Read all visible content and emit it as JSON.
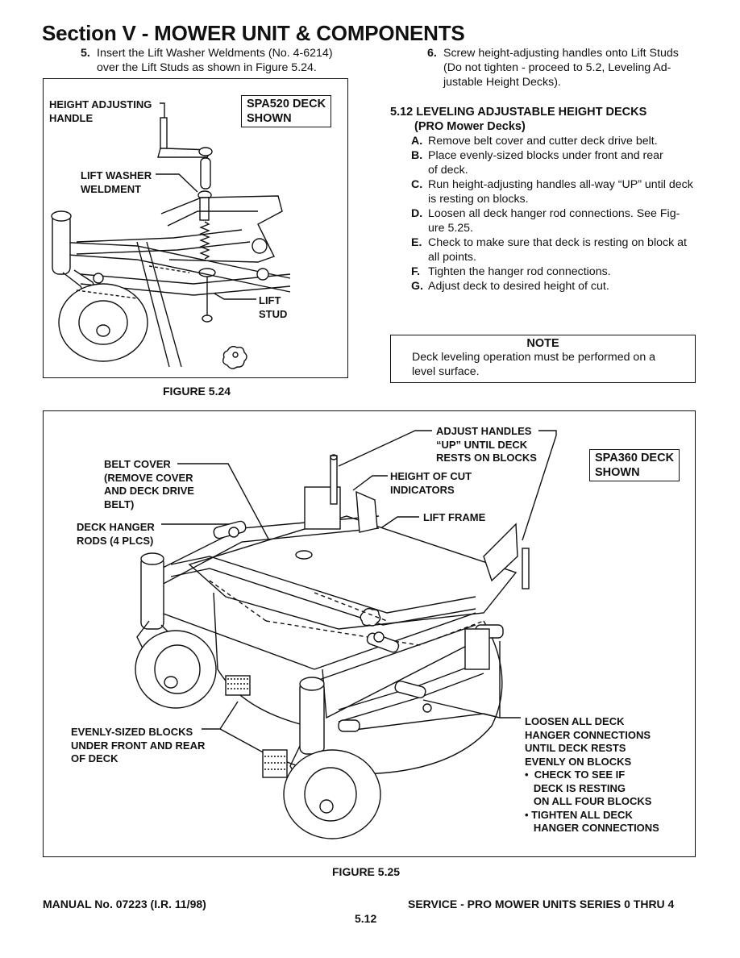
{
  "page": {
    "section_title": "Section V - MOWER UNIT & COMPONENTS",
    "footer_left": "MANUAL No. 07223 (I.R. 11/98)",
    "footer_right": "SERVICE - PRO MOWER UNITS SERIES 0 THRU 4",
    "page_number": "5.12"
  },
  "step5": {
    "num": "5.",
    "line1": "Insert the Lift Washer Weldments (No. 4-6214)",
    "line2": "over the Lift Studs as shown in Figure 5.24."
  },
  "step6": {
    "num": "6.",
    "line1": "Screw height-adjusting handles onto Lift Studs",
    "line2": "(Do not tighten - proceed to 5.2, Leveling Ad-",
    "line3": "justable Height Decks)."
  },
  "section512": {
    "heading": "5.12 LEVELING ADJUSTABLE HEIGHT DECKS",
    "subheading": "(PRO  Mower Decks)",
    "items": [
      {
        "letter": "A.",
        "lines": [
          "Remove belt cover and cutter deck drive belt."
        ]
      },
      {
        "letter": "B.",
        "lines": [
          "Place evenly-sized blocks under front and rear",
          "of  deck."
        ]
      },
      {
        "letter": "C.",
        "lines": [
          "Run height-adjusting handles all-way “UP” until deck",
          "is resting on blocks."
        ]
      },
      {
        "letter": "D.",
        "lines": [
          "Loosen all deck hanger rod connections.  See Fig-",
          "ure 5.25."
        ]
      },
      {
        "letter": "E.",
        "lines": [
          "Check to make sure that deck is resting on block at",
          "all points."
        ]
      },
      {
        "letter": "F.",
        "lines": [
          "Tighten the hanger rod connections."
        ]
      },
      {
        "letter": "G.",
        "lines": [
          "Adjust deck to desired height of cut."
        ]
      }
    ]
  },
  "note": {
    "title": "NOTE",
    "line1": "Deck leveling operation must be performed on a",
    "line2": "level surface."
  },
  "figure524": {
    "caption": "FIGURE 5.24",
    "model_label_1": "SPA520 DECK",
    "model_label_2": "SHOWN",
    "callouts": {
      "handle_1": "HEIGHT ADJUSTING",
      "handle_2": "HANDLE",
      "washer_1": "LIFT WASHER",
      "washer_2": "WELDMENT",
      "stud_1": "LIFT",
      "stud_2": "STUD"
    }
  },
  "figure525": {
    "caption": "FIGURE 5.25",
    "model_label_1": "SPA360 DECK",
    "model_label_2": "SHOWN",
    "callouts": {
      "adjust_1": "ADJUST HANDLES",
      "adjust_2": "“UP” UNTIL DECK",
      "adjust_3": "RESTS ON BLOCKS",
      "hoc_1": "HEIGHT OF CUT",
      "hoc_2": "INDICATORS",
      "lift_frame": "LIFT FRAME",
      "belt_1": "BELT COVER",
      "belt_2": "(REMOVE COVER",
      "belt_3": "AND DECK DRIVE",
      "belt_4": "BELT)",
      "rods_1": "DECK HANGER",
      "rods_2": "RODS (4 PLCS)",
      "blocks_1": "EVENLY-SIZED BLOCKS",
      "blocks_2": "UNDER FRONT AND REAR",
      "blocks_3": "OF DECK",
      "loosen_1": "LOOSEN ALL DECK",
      "loosen_2": "HANGER CONNECTIONS",
      "loosen_3": "UNTIL DECK RESTS",
      "loosen_4": "EVENLY ON BLOCKS",
      "loosen_5": "•  CHECK TO SEE IF",
      "loosen_6": "DECK IS RESTING",
      "loosen_7": "ON ALL FOUR BLOCKS",
      "loosen_8": "• TIGHTEN ALL DECK",
      "loosen_9": "HANGER CONNECTIONS"
    }
  }
}
